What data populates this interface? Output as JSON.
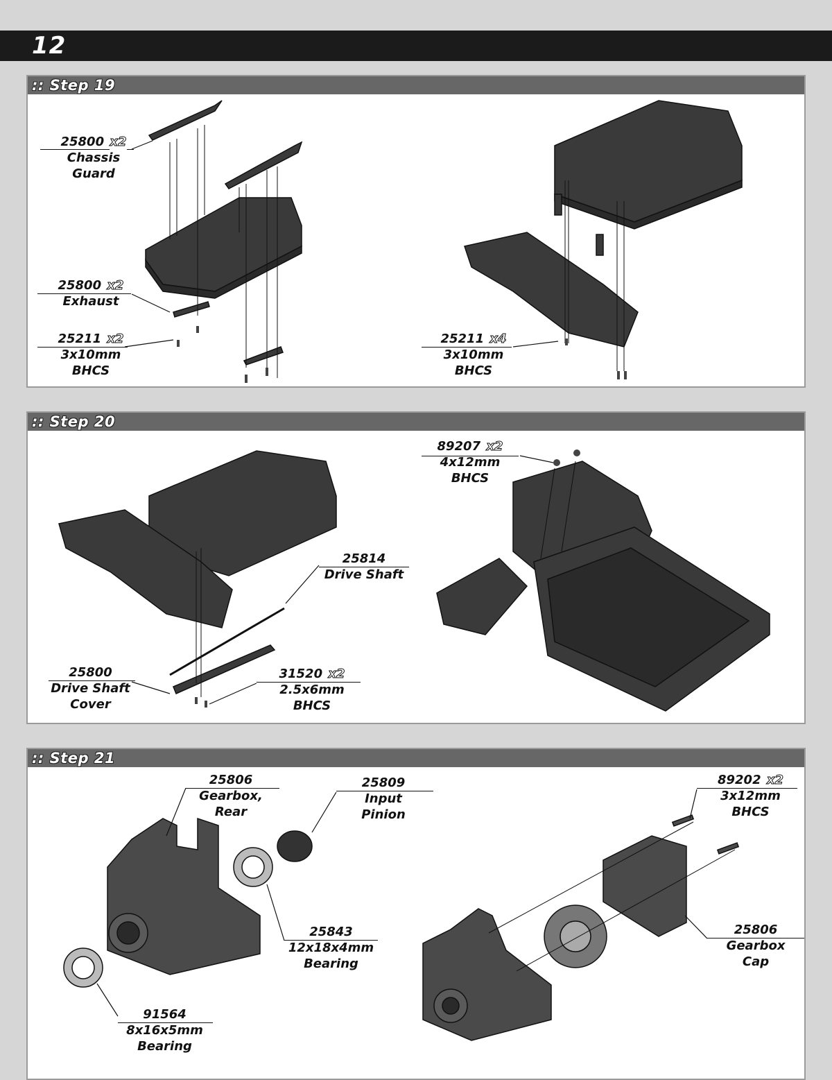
{
  "page": {
    "number": "12"
  },
  "steps": [
    {
      "title": ":: Step 19",
      "labels": [
        {
          "part": "25800",
          "qty": "x2",
          "lines": [
            "Chassis",
            "Guard"
          ]
        },
        {
          "part": "25800",
          "qty": "x2",
          "lines": [
            "Exhaust"
          ]
        },
        {
          "part": "25211",
          "qty": "x2",
          "lines": [
            "3x10mm",
            "BHCS"
          ]
        },
        {
          "part": "25211",
          "qty": "x4",
          "lines": [
            "3x10mm",
            "BHCS"
          ]
        }
      ]
    },
    {
      "title": ":: Step 20",
      "labels": [
        {
          "part": "89207",
          "qty": "x2",
          "lines": [
            "4x12mm",
            "BHCS"
          ]
        },
        {
          "part": "25814",
          "qty": "",
          "lines": [
            "Drive Shaft"
          ]
        },
        {
          "part": "25800",
          "qty": "",
          "lines": [
            "Drive Shaft",
            "Cover"
          ]
        },
        {
          "part": "31520",
          "qty": "x2",
          "lines": [
            "2.5x6mm",
            "BHCS"
          ]
        }
      ]
    },
    {
      "title": ":: Step 21",
      "labels": [
        {
          "part": "25806",
          "qty": "",
          "lines": [
            "Gearbox,",
            "Rear"
          ]
        },
        {
          "part": "25809",
          "qty": "",
          "lines": [
            "Input",
            "Pinion"
          ]
        },
        {
          "part": "89202",
          "qty": "x2",
          "lines": [
            "3x12mm",
            "BHCS"
          ]
        },
        {
          "part": "25843",
          "qty": "",
          "lines": [
            "12x18x4mm",
            "Bearing"
          ]
        },
        {
          "part": "25806",
          "qty": "",
          "lines": [
            "Gearbox",
            "Cap"
          ]
        },
        {
          "part": "91564",
          "qty": "",
          "lines": [
            "8x16x5mm",
            "Bearing"
          ]
        }
      ]
    }
  ]
}
